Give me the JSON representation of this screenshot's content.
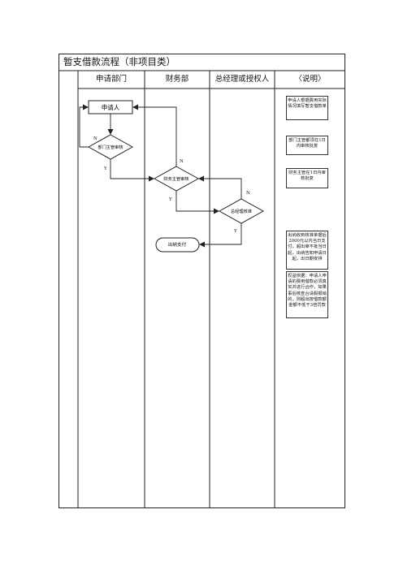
{
  "title": "暂支借款流程（非项目类）",
  "columns": {
    "applicant_dept": "申请部门",
    "finance_dept": "财务部",
    "gm_or_authorized": "总经理或授权人",
    "notes": "〈说明〉"
  },
  "nodes": {
    "applicant": "申请人",
    "dept_head_review": "部门主管审核",
    "finance_head_review": "财务主管审核",
    "gm_review": "总经理核准",
    "cashier_pay": "出纳支付"
  },
  "branch_labels": {
    "no": "N",
    "yes": "Y"
  },
  "notes": [
    "申请人根据费用实际情况填写暂支借款单",
    "部门主管都须在1日内审核批复",
    "财务主管在1日内审核批复",
    "出纳收到核准单据后2000元以内当日支付，超出审不批当日起，出纳告知申请日起，出日期安排",
    "权益依据：申请人申请的费用借款必须真实并进行合作，如果事后核查台请假报销的，则超出按借款额金额不低于3倍罚款"
  ]
}
